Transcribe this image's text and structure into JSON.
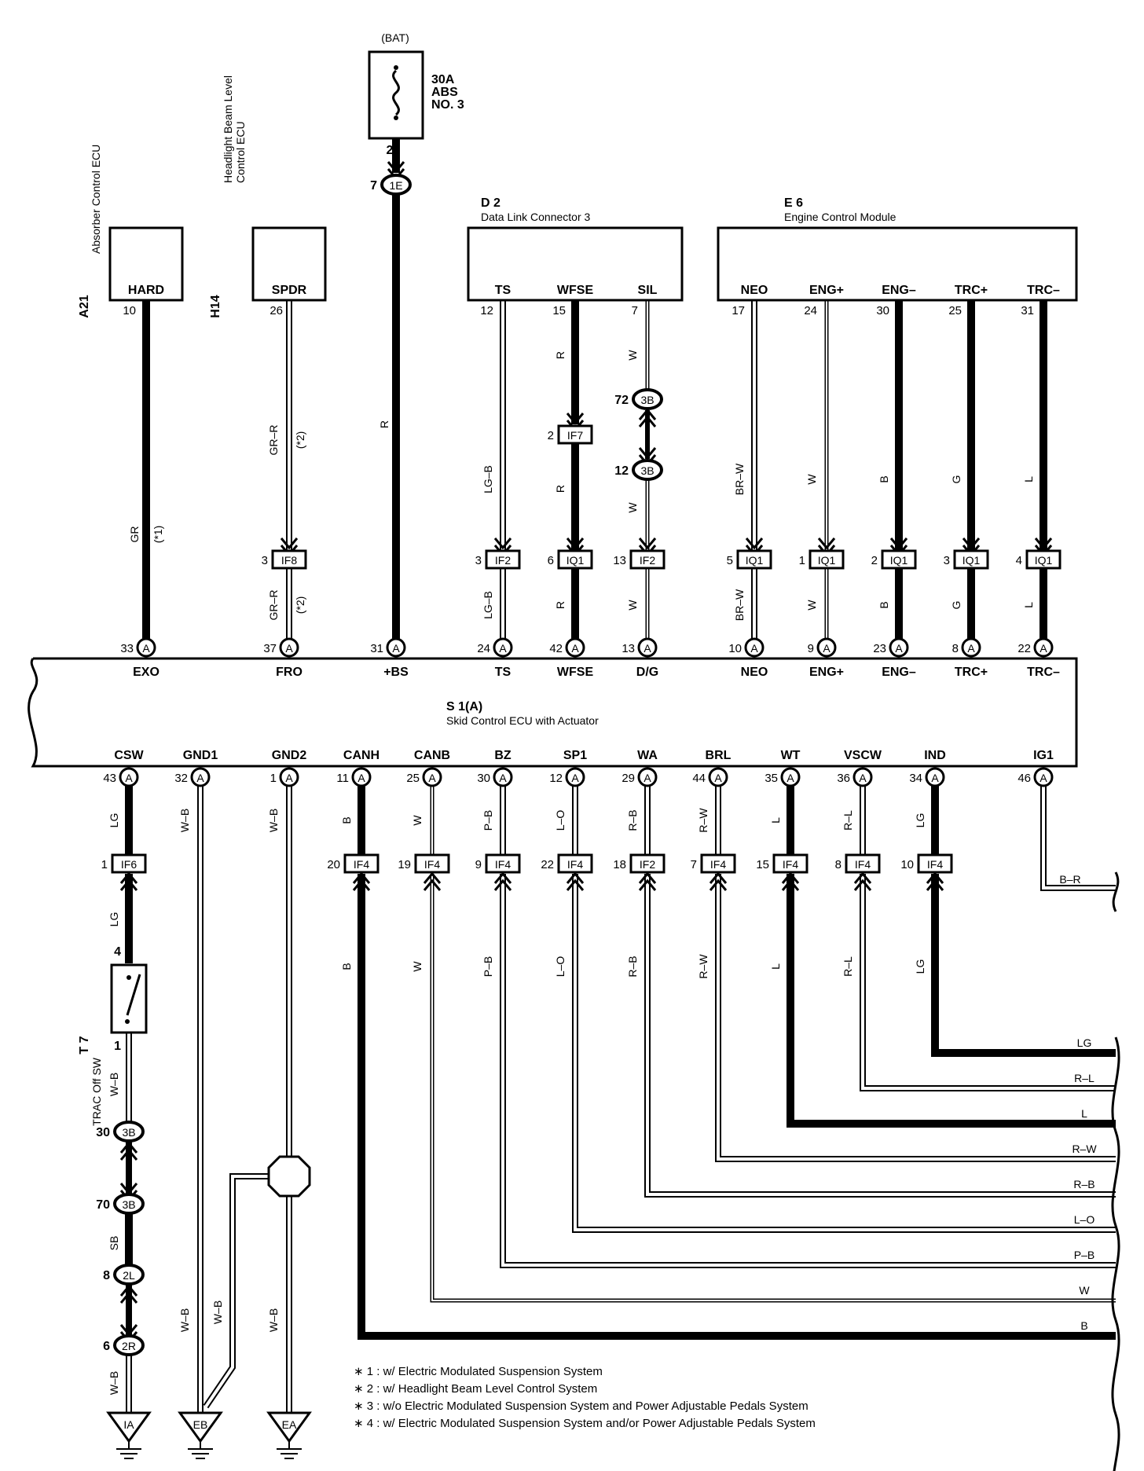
{
  "battery": {
    "source": "(BAT)",
    "fuse": [
      "30A",
      "ABS",
      "NO. 3"
    ],
    "pin": "2",
    "joint_pin": "7",
    "joint": "1E",
    "wire": "R"
  },
  "components": {
    "a21": {
      "code": "A21",
      "name": "Absorber Control ECU",
      "term": "HARD",
      "pin": "10",
      "wire": "GR",
      "note": "(*1)"
    },
    "h14": {
      "code": "H14",
      "name": "Headlight Beam Level Control ECU",
      "name_l1": "Headlight Beam Level",
      "name_l2": "Control ECU",
      "term": "SPDR",
      "pin": "26",
      "wire": "GR–R",
      "note": "(*2)",
      "conn": "IF8",
      "conn_pin": "3"
    },
    "d2": {
      "code": "D 2",
      "name": "Data Link Connector 3"
    },
    "e6": {
      "code": "E 6",
      "name": "Engine Control Module"
    },
    "t7": {
      "code": "T 7",
      "name": "TRAC Off SW",
      "pin_top": "4",
      "pin_bot": "1"
    },
    "s1": {
      "code": "S 1(A)",
      "name": "Skid Control ECU with Actuator",
      "conn": "A"
    }
  },
  "top_circuits": [
    {
      "src_term": "TS",
      "src_pin": "12",
      "wire": "LG–B",
      "conn": "IF2",
      "conn_pin": "3",
      "ecu_pin": "24",
      "ecu_term": "TS"
    },
    {
      "src_term": "WFSE",
      "src_pin": "15",
      "wire": "R",
      "mid_conn": "IF7",
      "mid_pin": "2",
      "conn": "IQ1",
      "conn_pin": "6",
      "ecu_pin": "42",
      "ecu_term": "WFSE"
    },
    {
      "src_term": "SIL",
      "src_pin": "7",
      "wire": "W",
      "j1": "3B",
      "j1_pin": "72",
      "j2": "3B",
      "j2_pin": "12",
      "conn": "IF2",
      "conn_pin": "13",
      "ecu_pin": "13",
      "ecu_term": "D/G"
    },
    {
      "src_term": "NEO",
      "src_pin": "17",
      "wire": "BR–W",
      "conn": "IQ1",
      "conn_pin": "5",
      "ecu_pin": "10",
      "ecu_term": "NEO"
    },
    {
      "src_term": "ENG+",
      "src_pin": "24",
      "wire": "W",
      "conn": "IQ1",
      "conn_pin": "1",
      "ecu_pin": "9",
      "ecu_term": "ENG+"
    },
    {
      "src_term": "ENG–",
      "src_pin": "30",
      "wire": "B",
      "conn": "IQ1",
      "conn_pin": "2",
      "ecu_pin": "23",
      "ecu_term": "ENG–"
    },
    {
      "src_term": "TRC+",
      "src_pin": "25",
      "wire": "G",
      "conn": "IQ1",
      "conn_pin": "3",
      "ecu_pin": "8",
      "ecu_term": "TRC+"
    },
    {
      "src_term": "TRC–",
      "src_pin": "31",
      "wire": "L",
      "conn": "IQ1",
      "conn_pin": "4",
      "ecu_pin": "22",
      "ecu_term": "TRC–"
    }
  ],
  "ecu_top_extra": [
    {
      "ecu_pin": "33",
      "ecu_term": "EXO"
    },
    {
      "ecu_pin": "37",
      "ecu_term": "FRO"
    },
    {
      "ecu_pin": "31",
      "ecu_term": "+BS"
    }
  ],
  "bottom_circuits": [
    {
      "term": "CSW",
      "pin": "43",
      "wire": "LG",
      "conn": "IF6",
      "conn_pin": "1"
    },
    {
      "term": "GND1",
      "pin": "32",
      "wire": "W–B"
    },
    {
      "term": "GND2",
      "pin": "1",
      "wire": "W–B"
    },
    {
      "term": "CANH",
      "pin": "11",
      "wire": "B",
      "conn": "IF4",
      "conn_pin": "20"
    },
    {
      "term": "CANB",
      "pin": "25",
      "wire": "W",
      "conn": "IF4",
      "conn_pin": "19"
    },
    {
      "term": "BZ",
      "pin": "30",
      "wire": "P–B",
      "conn": "IF4",
      "conn_pin": "9"
    },
    {
      "term": "SP1",
      "pin": "12",
      "wire": "L–O",
      "conn": "IF4",
      "conn_pin": "22"
    },
    {
      "term": "WA",
      "pin": "29",
      "wire": "R–B",
      "conn": "IF2",
      "conn_pin": "18"
    },
    {
      "term": "BRL",
      "pin": "44",
      "wire": "R–W",
      "conn": "IF4",
      "conn_pin": "7"
    },
    {
      "term": "WT",
      "pin": "35",
      "wire": "L",
      "conn": "IF4",
      "conn_pin": "15"
    },
    {
      "term": "VSCW",
      "pin": "36",
      "wire": "R–L",
      "conn": "IF4",
      "conn_pin": "8"
    },
    {
      "term": "IND",
      "pin": "34",
      "wire": "LG",
      "conn": "IF4",
      "conn_pin": "10"
    },
    {
      "term": "IG1",
      "pin": "46",
      "wire": "B–R"
    }
  ],
  "csw_chain": {
    "wire_a": "W–B",
    "j30": "3B",
    "j30_pin": "30",
    "j70": "3B",
    "j70_pin": "70",
    "wire_b": "SB",
    "j8": "2L",
    "j8_pin": "8",
    "j6": "2R",
    "j6_pin": "6",
    "wire_c": "W–B"
  },
  "grounds": {
    "ia": "IA",
    "eb": "EB",
    "ea": "EA",
    "wire": "W–B"
  },
  "notes": [
    "∗ 1 : w/ Electric Modulated Suspension System",
    "∗ 2 : w/ Headlight Beam Level Control System",
    "∗ 3 : w/o Electric Modulated Suspension System and Power Adjustable Pedals System",
    "∗ 4 : w/ Electric Modulated Suspension System and/or Power Adjustable Pedals System"
  ]
}
